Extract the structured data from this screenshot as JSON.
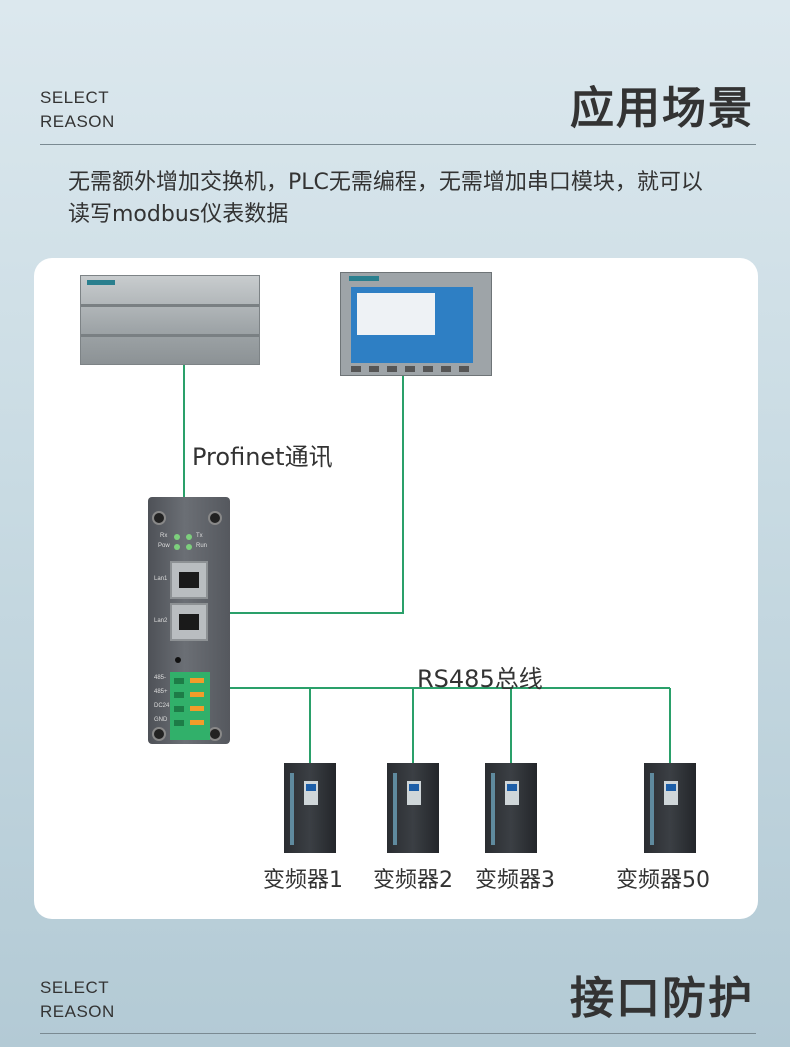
{
  "section1": {
    "label_line1": "SELECT",
    "label_line2": "REASON",
    "title": "应用场景"
  },
  "intro_text": "无需额外增加交换机，PLC无需编程，无需增加串口模块，就可以读写modbus仪表数据",
  "diagram": {
    "devices": {
      "plc": "plc",
      "hmi": "hmi-touchscreen",
      "gateway": "gateway",
      "gateway_ports": [
        "Lan1",
        "Lan2"
      ],
      "gateway_leds": [
        "Rx",
        "Tx",
        "Pow",
        "Run"
      ],
      "gateway_terminals": [
        "485-",
        "485+",
        "DC24",
        "GND"
      ]
    },
    "link_label": "Profinet通讯",
    "bus_label": "RS485总线",
    "vfds": [
      "变频器1",
      "变频器2",
      "变频器3",
      "变频器50"
    ],
    "wire_color": "#2aa06a"
  },
  "section2": {
    "label_line1": "SELECT",
    "label_line2": "REASON",
    "title": "接口防护"
  }
}
